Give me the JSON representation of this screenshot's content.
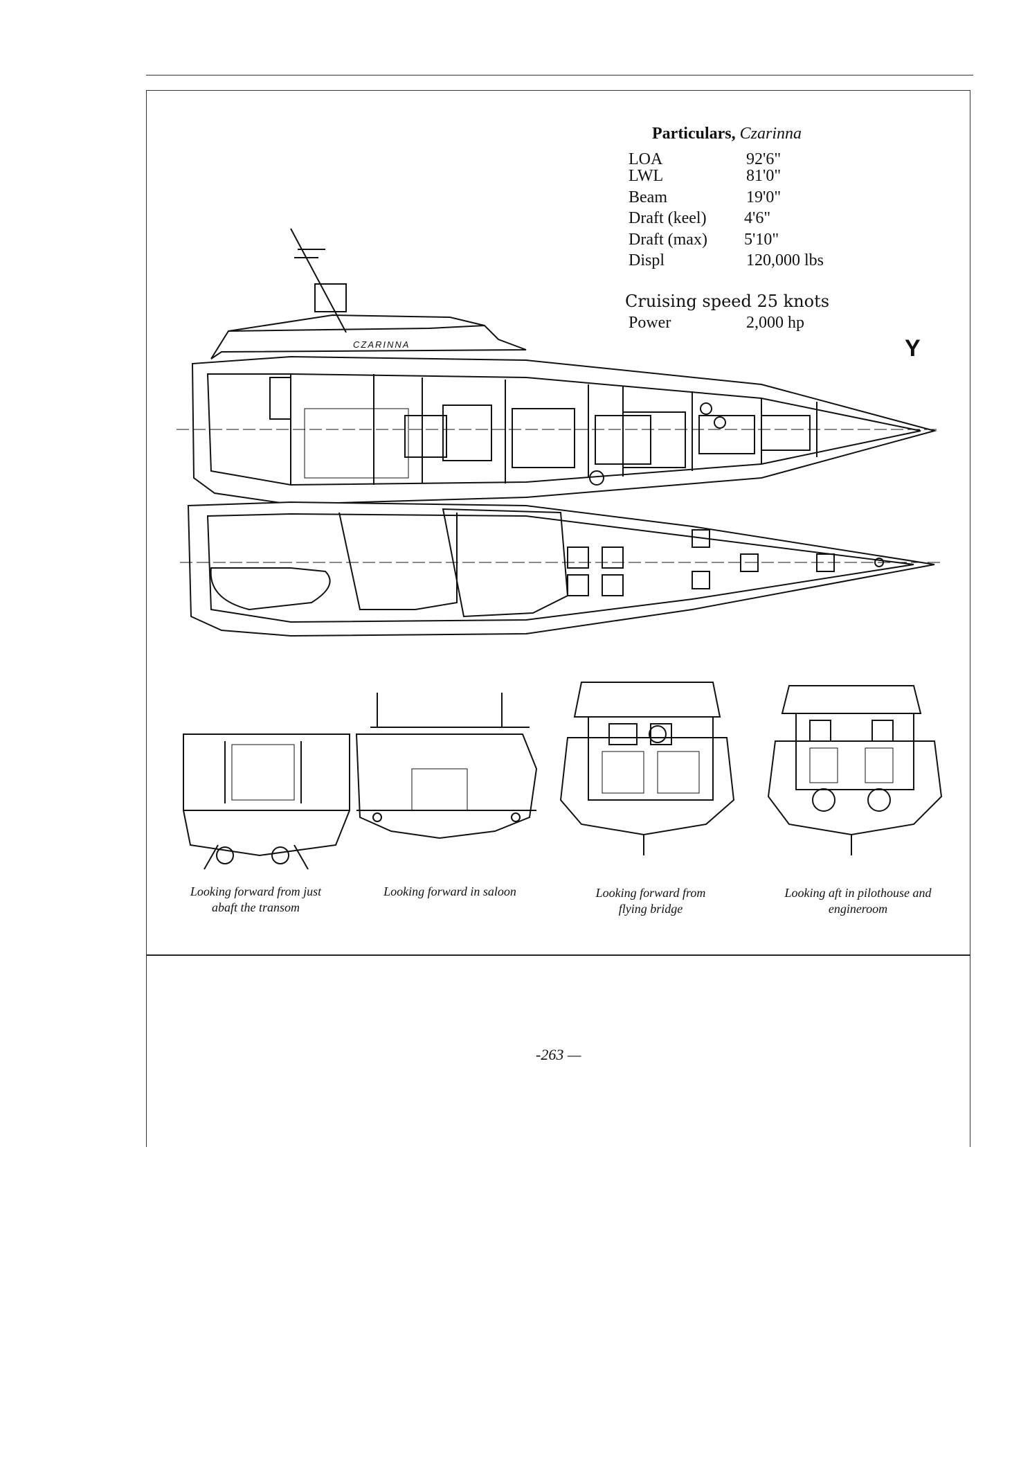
{
  "particulars": {
    "heading": "Particulars,",
    "vessel": "Czarinna",
    "rows": [
      {
        "label": "LOA",
        "value": "92'6\""
      },
      {
        "label": "LWL",
        "value": "81'0\""
      },
      {
        "label": "Beam",
        "value": "19'0\""
      },
      {
        "label": "Draft (keel)",
        "value": "4'6\""
      },
      {
        "label": "Draft (max)",
        "value": "5'10\""
      },
      {
        "label": "Displ",
        "value": "120,000 lbs"
      }
    ],
    "cruising": "Cruising speed 25 knots",
    "power_label": "Power",
    "power_value": "2,000 hp"
  },
  "drawing_label": "CZARINNA",
  "stray_mark": "Y",
  "captions": [
    "Looking forward from just abaft the transom",
    "Looking forward in saloon",
    "Looking forward from flying bridge",
    "Looking aft in pilothouse and engineroom"
  ],
  "page_number": "-263 —"
}
